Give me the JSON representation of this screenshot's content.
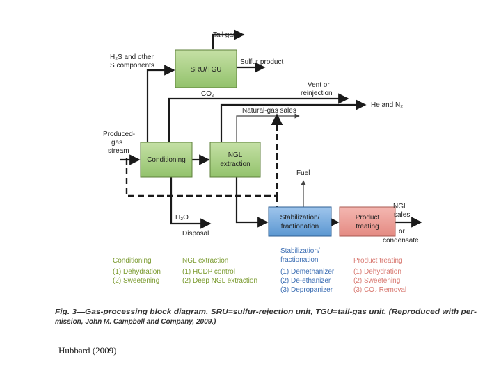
{
  "units": {
    "sru": "SRU/TGU",
    "conditioning": "Conditioning",
    "ngl_line1": "NGL",
    "ngl_line2": "extraction",
    "stab_line1": "Stabilization/",
    "stab_line2": "fractionation",
    "prod_line1": "Product",
    "prod_line2": "treating"
  },
  "streams": {
    "tail_gas": "Tail gas",
    "h2s_line1": "H₂S and other",
    "h2s_line2": "S components",
    "sulfur_product": "Sulfur product",
    "co2": "CO₂",
    "vent_line1": "Vent or",
    "vent_line2": "reinjection",
    "he_n2": "He and N₂",
    "natural_gas_sales": "Natural-gas sales",
    "produced_line1": "Produced-",
    "produced_line2": "gas",
    "produced_line3": "stream",
    "fuel": "Fuel",
    "h2o": "H₂O",
    "disposal": "Disposal",
    "ngl_sales_line1": "NGL",
    "ngl_sales_line2": "sales",
    "or": "or",
    "condensate": "condensate"
  },
  "legend": {
    "conditioning": {
      "title": "Conditioning",
      "items": [
        "(1) Dehydration",
        "(2) Sweetening"
      ]
    },
    "ngl": {
      "title": "NGL extraction",
      "items": [
        "(1) HCDP control",
        "(2) Deep NGL extraction"
      ]
    },
    "stabilization": {
      "title_line1": "Stabilization/",
      "title_line2": "fractionation",
      "items": [
        "(1) Demethanizer",
        "(2) De-ethanizer",
        "(3) Depropanizer"
      ]
    },
    "product": {
      "title": "Product treating",
      "items": [
        "(1) Dehydration",
        "(2) Sweetening",
        "(3) CO₂ Removal"
      ]
    }
  },
  "caption": {
    "line1": "Fig. 3—Gas-processing block diagram. SRU=sulfur-rejection unit, TGU=tail-gas unit. (Reproduced with per-",
    "line2": "mission, John M. Campbell and Company, 2009.)"
  },
  "credit": "Hubbard (2009)",
  "colors": {
    "green_box": "#a9d08e",
    "blue_box": "#6fa8dc",
    "pink_box": "#ea9999",
    "legend_green": "#7a9a2e",
    "legend_blue": "#3d6fb4",
    "legend_pink": "#d97a72"
  }
}
